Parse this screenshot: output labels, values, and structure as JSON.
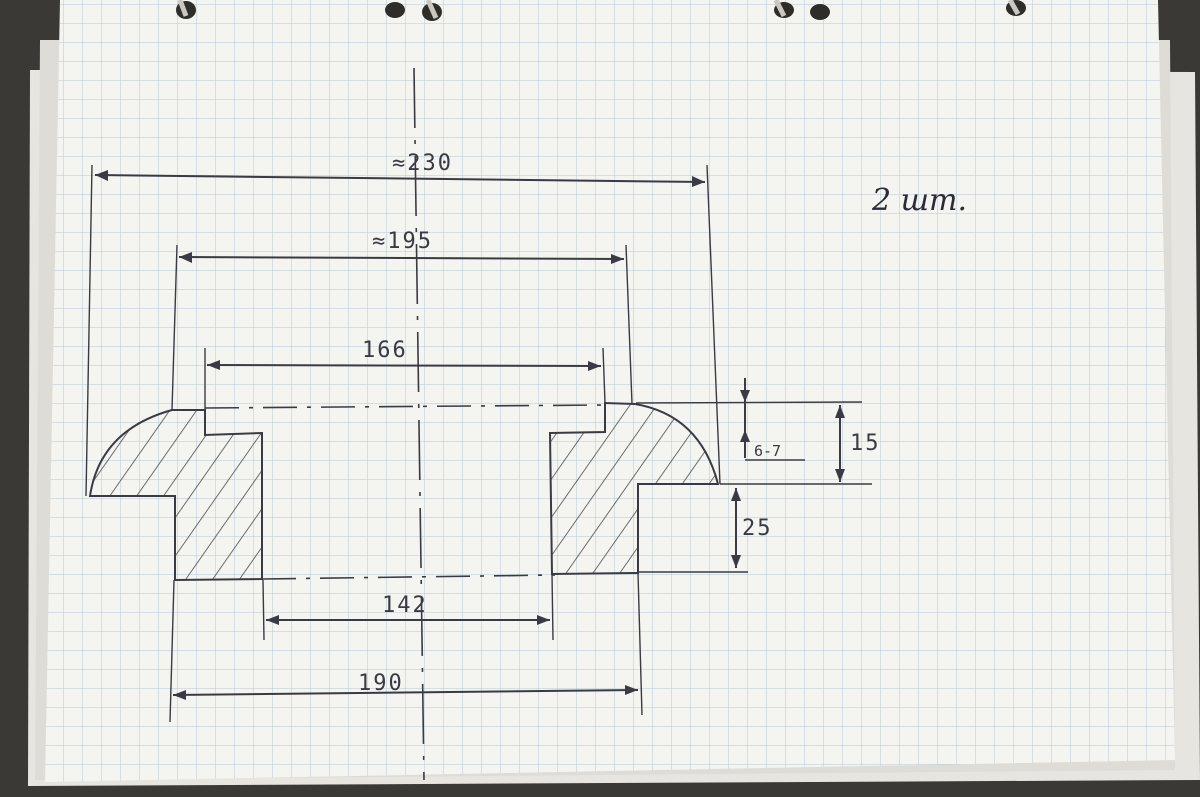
{
  "drawing": {
    "dimensions": {
      "overall_width": "≈230",
      "mid_width": "≈195",
      "top_inner": "166",
      "bottom_inner": "142",
      "base_width": "190",
      "height_top": "15",
      "height_lower": "25",
      "radius_offset": "6-7"
    },
    "note": "2 шт."
  },
  "colors": {
    "paper": "#f4f4f0",
    "grid": "#b9c8d6",
    "ink": "#3a3a44",
    "background": "#3a3936"
  }
}
